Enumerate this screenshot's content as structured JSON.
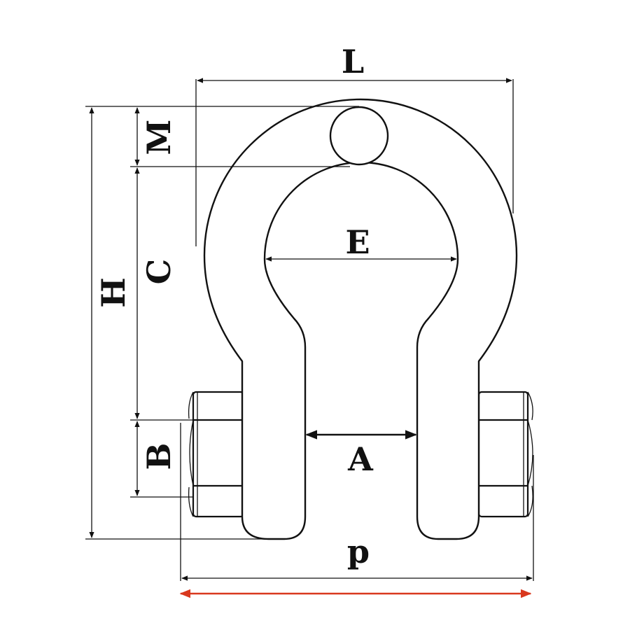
{
  "diagram": {
    "colors": {
      "line": "#111111",
      "accent_arrow": "#d9381e",
      "background": "#ffffff"
    },
    "dimensions": {
      "L": "L",
      "M": "M",
      "E": "E",
      "C": "C",
      "H": "H",
      "A": "A",
      "B": "B",
      "p": "p"
    }
  }
}
